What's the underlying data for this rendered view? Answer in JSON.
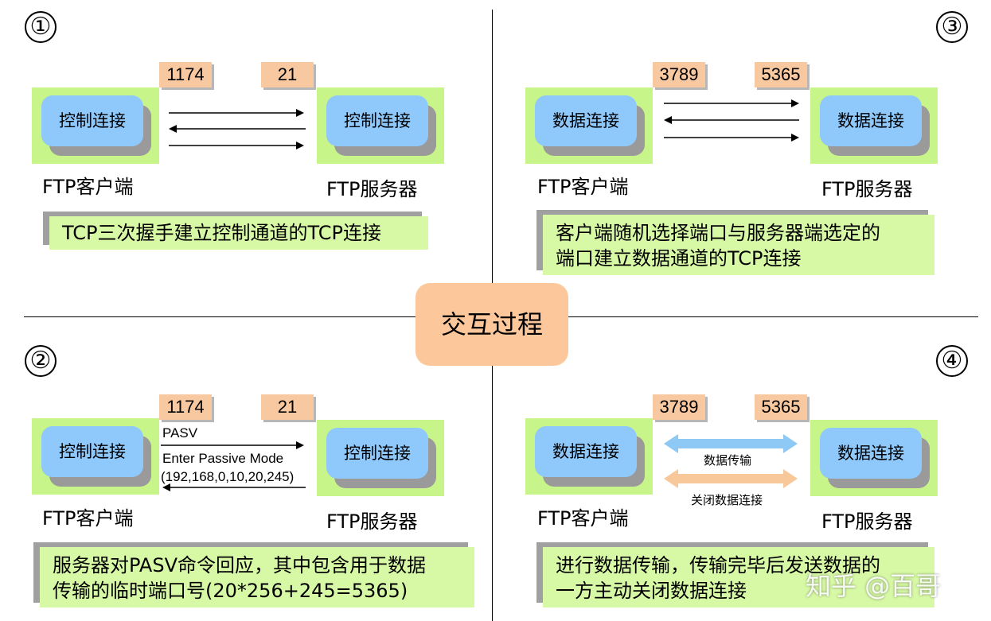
{
  "center_title": "交互过程",
  "quadrants": [
    {
      "number": "①",
      "client_port": "1174",
      "server_port": "21",
      "client_box": "控制连接",
      "server_box": "控制连接",
      "client_label": "FTP客户端",
      "server_label": "FTP服务器",
      "caption_lines": [
        "TCP三次握手建立控制通道的TCP连接"
      ]
    },
    {
      "number": "②",
      "client_port": "1174",
      "server_port": "21",
      "client_box": "控制连接",
      "server_box": "控制连接",
      "client_label": "FTP客户端",
      "server_label": "FTP服务器",
      "arrow_text_1": "PASV",
      "arrow_text_2": "Enter Passive Mode",
      "arrow_text_3": "(192,168,0,10,20,245)",
      "caption_lines": [
        "服务器对PASV命令回应，其中包含用于数据",
        "传输的临时端口号(20*256+245=5365)"
      ]
    },
    {
      "number": "③",
      "client_port": "3789",
      "server_port": "5365",
      "client_box": "数据连接",
      "server_box": "数据连接",
      "client_label": "FTP客户端",
      "server_label": "FTP服务器",
      "caption_lines": [
        "客户端随机选择端口与服务器端选定的",
        "端口建立数据通道的TCP连接"
      ]
    },
    {
      "number": "④",
      "client_port": "3789",
      "server_port": "5365",
      "client_box": "数据连接",
      "server_box": "数据连接",
      "client_label": "FTP客户端",
      "server_label": "FTP服务器",
      "arrow_text_1": "数据传输",
      "arrow_text_2": "关闭数据连接",
      "caption_lines": [
        "进行数据传输，传输完毕后发送数据的",
        "一方主动关闭数据连接"
      ]
    }
  ],
  "watermark": "知乎 @百哥",
  "colors": {
    "node_bg": "#c8f58a",
    "box_blue": "#8fc8fb",
    "port_bg": "#f8c8a0",
    "caption_bg": "#d7f9a6",
    "center_bg": "#fcc79a",
    "arrow_blue": "#8ec9f5",
    "arrow_orange": "#f8c79a"
  }
}
